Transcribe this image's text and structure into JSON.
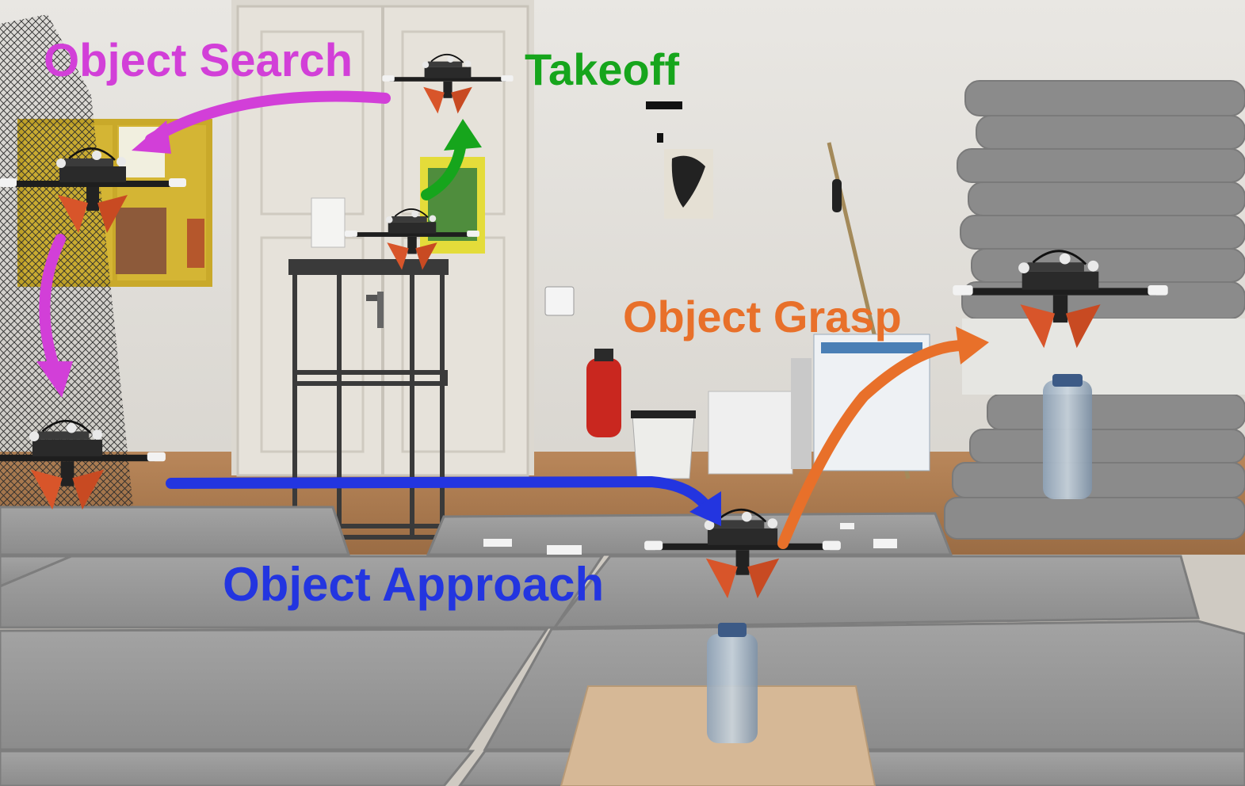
{
  "labels": {
    "object_search": "Object Search",
    "takeoff": "Takeoff",
    "object_grasp": "Object Grasp",
    "object_approach": "Object Approach"
  },
  "colors": {
    "object_search": "#d23fd8",
    "takeoff": "#16a51c",
    "object_grasp": "#e8702a",
    "object_approach": "#2335e0"
  }
}
